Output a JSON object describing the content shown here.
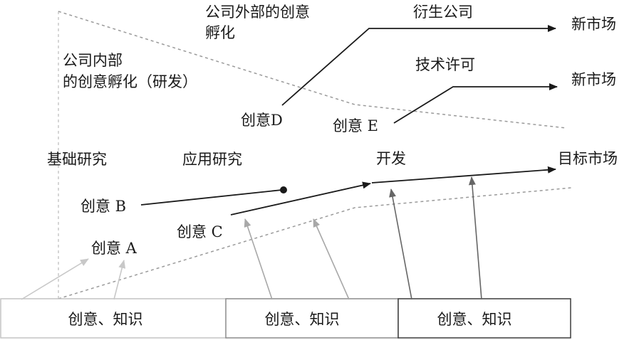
{
  "labels": {
    "external_incubation_line1": "公司外部的创意",
    "external_incubation_line2": "孵化",
    "spinoff": "衍生公司",
    "new_market_1": "新市场",
    "licensing": "技术许可",
    "new_market_2": "新市场",
    "internal_incubation_line1": "公司内部",
    "internal_incubation_line2": "的创意孵化（研发）",
    "idea_d": "创意D",
    "idea_e": "创意 E",
    "basic_research": "基础研究",
    "applied_research": "应用研究",
    "development": "开发",
    "target_market": "目标市场",
    "idea_b": "创意 B",
    "idea_c": "创意 C",
    "idea_a": "创意 A"
  },
  "boxes": [
    {
      "label": "创意、知识"
    },
    {
      "label": "创意、知识"
    },
    {
      "label": "创意、知识"
    }
  ],
  "colors": {
    "dark": "#1a1a1a",
    "mid": "#666666",
    "light": "#a8a8a8",
    "lighter": "#c8c8c8",
    "funnel": "#b0b0b0"
  }
}
